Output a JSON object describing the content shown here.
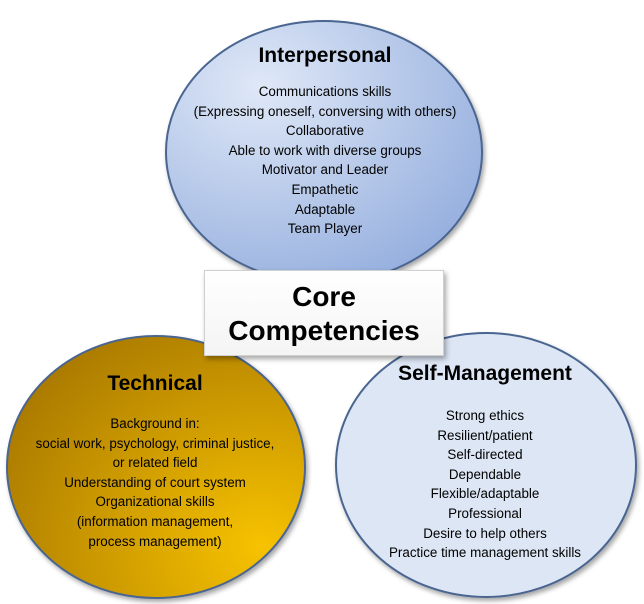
{
  "center": {
    "line1": "Core",
    "line2": "Competencies"
  },
  "interpersonal": {
    "title": "Interpersonal",
    "items": [
      "Communications skills",
      "(Expressing oneself, conversing with others)",
      "Collaborative",
      "Able to work with diverse groups",
      "Motivator and Leader",
      "Empathetic",
      "Adaptable",
      "Team Player"
    ]
  },
  "technical": {
    "title": "Technical",
    "items": [
      "Background in:",
      "social work, psychology, criminal justice,",
      "or related field",
      "Understanding of court system",
      "Organizational skills",
      "(information management,",
      "process management)"
    ]
  },
  "self_management": {
    "title": "Self-Management",
    "items": [
      "Strong ethics",
      "Resilient/patient",
      "Self-directed",
      "Dependable",
      "Flexible/adaptable",
      "Professional",
      "Desire to help others",
      "Practice time management skills"
    ]
  },
  "colors": {
    "interpersonal_fill_light": "#dfe8f7",
    "interpersonal_fill_dark": "#8faadc",
    "technical_fill_light": "#f7c200",
    "technical_fill_dark": "#a87800",
    "self_management_fill": "#dde6f5",
    "circle_outline": "#4a6590"
  }
}
